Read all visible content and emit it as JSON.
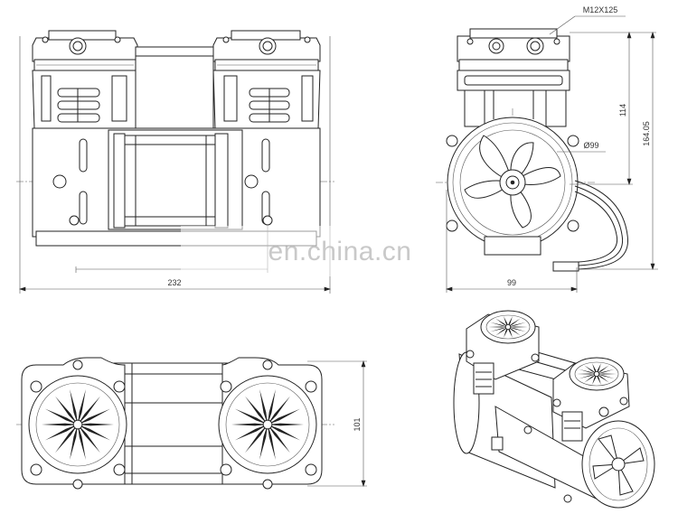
{
  "dimensions": {
    "thread": "M12X125",
    "width_front": "232",
    "height_side": "114",
    "height_total": "164.05",
    "fan_diameter": "Ø99",
    "depth_side": "99",
    "depth_top": "101"
  },
  "watermark": "en.china.cn"
}
